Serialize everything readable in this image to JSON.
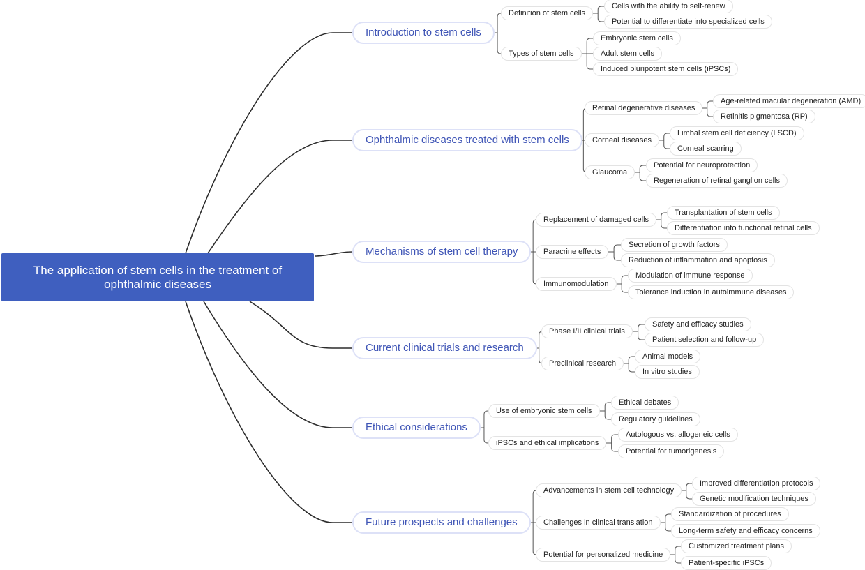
{
  "root": {
    "label": "The application of stem cells in the treatment of ophthalmic diseases"
  },
  "branches": [
    {
      "label": "Introduction to stem cells",
      "children": [
        {
          "label": "Definition of stem cells",
          "children": [
            {
              "label": "Cells with the ability to self-renew"
            },
            {
              "label": "Potential to differentiate into specialized cells"
            }
          ]
        },
        {
          "label": "Types of stem cells",
          "children": [
            {
              "label": "Embryonic stem cells"
            },
            {
              "label": "Adult stem cells"
            },
            {
              "label": "Induced pluripotent stem cells (iPSCs)"
            }
          ]
        }
      ]
    },
    {
      "label": "Ophthalmic diseases treated with stem cells",
      "children": [
        {
          "label": "Retinal degenerative diseases",
          "children": [
            {
              "label": "Age-related macular degeneration (AMD)"
            },
            {
              "label": "Retinitis pigmentosa (RP)"
            }
          ]
        },
        {
          "label": "Corneal diseases",
          "children": [
            {
              "label": "Limbal stem cell deficiency (LSCD)"
            },
            {
              "label": "Corneal scarring"
            }
          ]
        },
        {
          "label": "Glaucoma",
          "children": [
            {
              "label": "Potential for neuroprotection"
            },
            {
              "label": "Regeneration of retinal ganglion cells"
            }
          ]
        }
      ]
    },
    {
      "label": "Mechanisms of stem cell therapy",
      "children": [
        {
          "label": "Replacement of damaged cells",
          "children": [
            {
              "label": "Transplantation of stem cells"
            },
            {
              "label": "Differentiation into functional retinal cells"
            }
          ]
        },
        {
          "label": "Paracrine effects",
          "children": [
            {
              "label": "Secretion of growth factors"
            },
            {
              "label": "Reduction of inflammation and apoptosis"
            }
          ]
        },
        {
          "label": "Immunomodulation",
          "children": [
            {
              "label": "Modulation of immune response"
            },
            {
              "label": "Tolerance induction in autoimmune diseases"
            }
          ]
        }
      ]
    },
    {
      "label": "Current clinical trials and research",
      "children": [
        {
          "label": "Phase I/II clinical trials",
          "children": [
            {
              "label": "Safety and efficacy studies"
            },
            {
              "label": "Patient selection and follow-up"
            }
          ]
        },
        {
          "label": "Preclinical research",
          "children": [
            {
              "label": "Animal models"
            },
            {
              "label": "In vitro studies"
            }
          ]
        }
      ]
    },
    {
      "label": "Ethical considerations",
      "children": [
        {
          "label": "Use of embryonic stem cells",
          "children": [
            {
              "label": "Ethical debates"
            },
            {
              "label": "Regulatory guidelines"
            }
          ]
        },
        {
          "label": "iPSCs and ethical implications",
          "children": [
            {
              "label": "Autologous vs. allogeneic cells"
            },
            {
              "label": "Potential for tumorigenesis"
            }
          ]
        }
      ]
    },
    {
      "label": "Future prospects and challenges",
      "children": [
        {
          "label": "Advancements in stem cell technology",
          "children": [
            {
              "label": "Improved differentiation protocols"
            },
            {
              "label": "Genetic modification techniques"
            }
          ]
        },
        {
          "label": "Challenges in clinical translation",
          "children": [
            {
              "label": "Standardization of procedures"
            },
            {
              "label": "Long-term safety and efficacy concerns"
            }
          ]
        },
        {
          "label": "Potential for personalized medicine",
          "children": [
            {
              "label": "Customized treatment plans"
            },
            {
              "label": "Patient-specific iPSCs"
            }
          ]
        }
      ]
    }
  ]
}
